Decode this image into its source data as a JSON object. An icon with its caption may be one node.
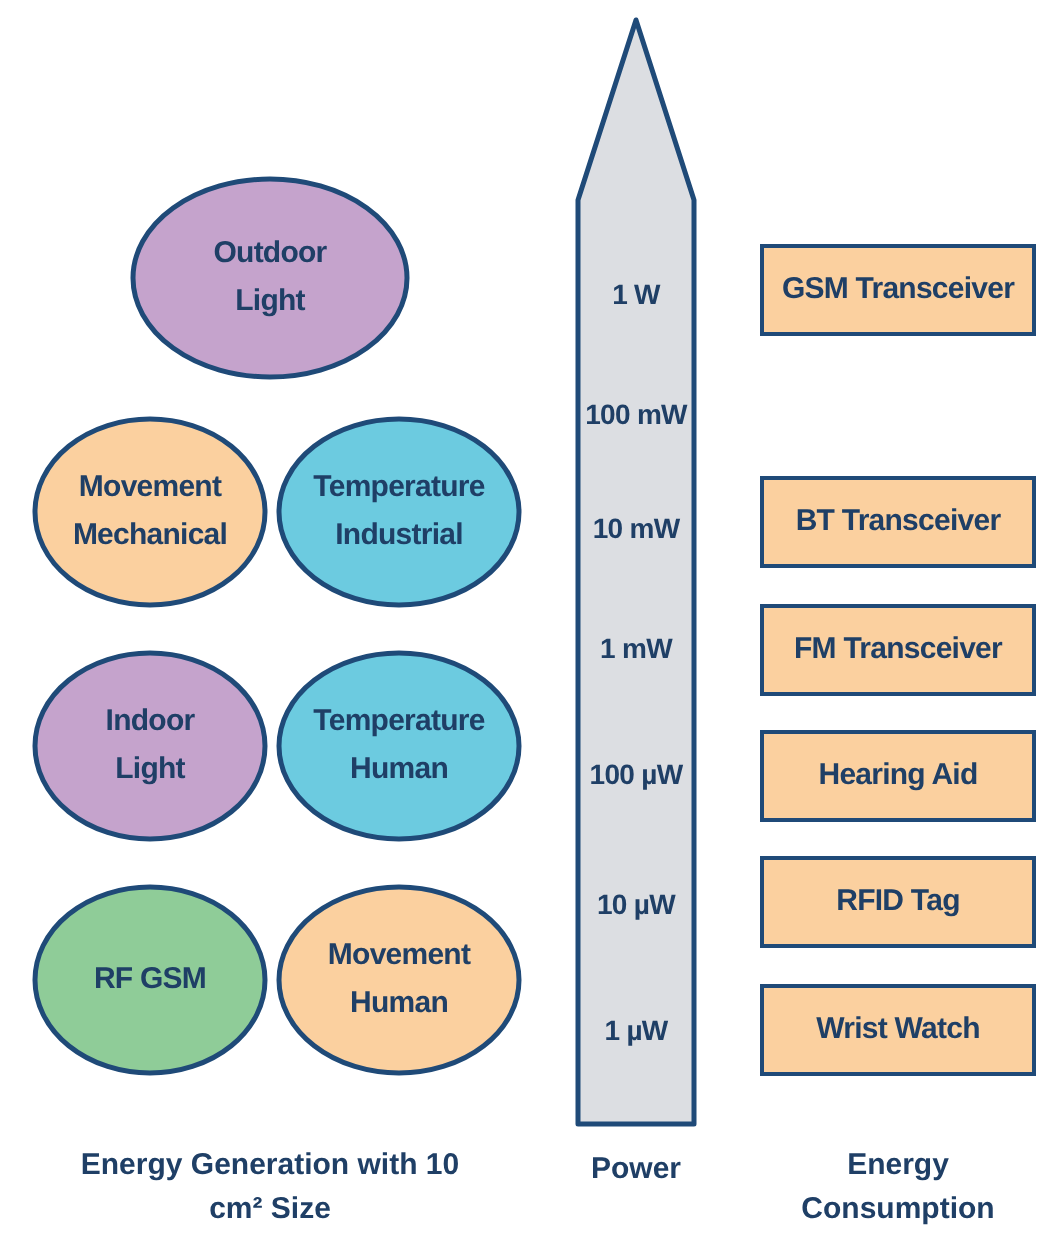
{
  "diagram": {
    "nodes": [
      {
        "text": [
          "Outdoor Light"
        ]
      },
      {
        "text": [
          "Movement Mechanical"
        ]
      },
      {
        "text": [
          "Temperature Industrial"
        ]
      },
      {
        "text": [
          "Indoor Light"
        ]
      },
      {
        "text": [
          "Temperature Human"
        ]
      },
      {
        "text": [
          "RF GSM"
        ]
      },
      {
        "text": [
          "Movement Human"
        ]
      },
      {
        "text": [
          "1 W",
          "100 mW",
          "10 mW",
          "1 mW",
          "100 µW",
          "10 µW",
          "1 µW"
        ],
        "beside": [
          "Power"
        ]
      },
      {
        "text": [
          "GSM Transceiver"
        ]
      },
      {
        "text": [
          "BT Transceiver"
        ]
      },
      {
        "text": [
          "FM Transceiver"
        ]
      },
      {
        "text": [
          "Hearing Aid"
        ]
      },
      {
        "text": [
          "RFID Tag"
        ]
      },
      {
        "text": [
          "Wrist Watch"
        ]
      }
    ],
    "labels": [
      "Energy Generation with 10 cm² Size",
      "Energy Consumption"
    ]
  }
}
